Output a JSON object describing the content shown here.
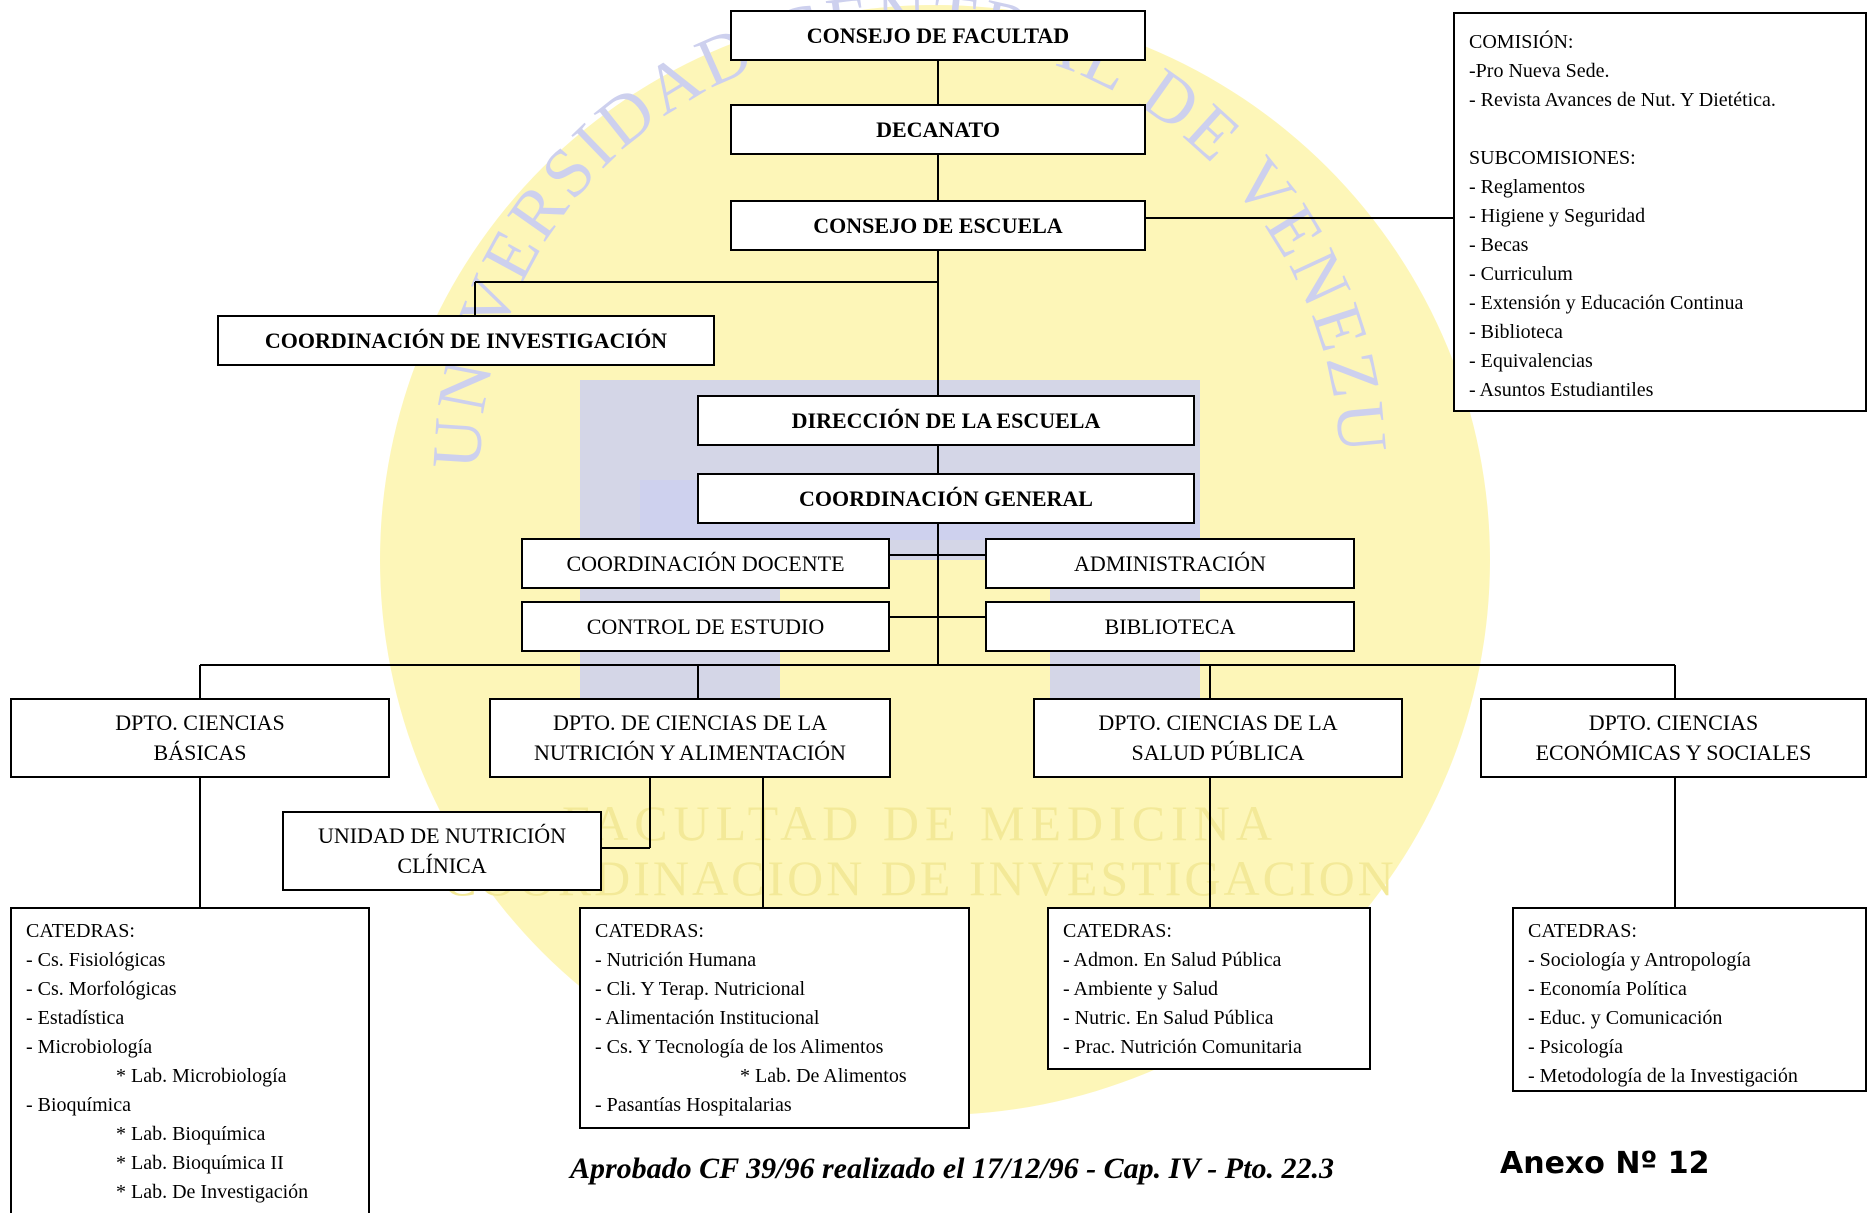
{
  "watermark": {
    "arc_text": "UNIVERSIDAD CENTRAL DE VENEZUELA",
    "line1": "FACULTAD DE MEDICINA",
    "line2": "COORDINACION DE INVESTIGACION",
    "circle_color": "#fdf6b8",
    "shape_color": "#cdd0ee"
  },
  "top": {
    "consejo_facultad": "CONSEJO DE FACULTAD",
    "decanato": "DECANATO",
    "consejo_escuela": "CONSEJO DE ESCUELA",
    "coord_investigacion": "COORDINACIÓN  DE  INVESTIGACIÓN",
    "direccion": "DIRECCIÓN  DE  LA  ESCUELA",
    "coord_general": "COORDINACIÓN  GENERAL",
    "coord_docente": "COORDINACIÓN DOCENTE",
    "administracion": "ADMINISTRACIÓN",
    "control_estudio": "CONTROL DE ESTUDIO",
    "biblioteca": "BIBLIOTECA"
  },
  "commission": {
    "title": "COMISIÓN:",
    "items": [
      "-Pro Nueva Sede.",
      "- Revista Avances de Nut. Y Dietética."
    ],
    "sub_title": "SUBCOMISIONES:",
    "sub_items": [
      "- Reglamentos",
      "- Higiene y Seguridad",
      "- Becas",
      "- Curriculum",
      "- Extensión y Educación Continua",
      "- Biblioteca",
      "- Equivalencias",
      "- Asuntos Estudiantiles"
    ]
  },
  "departments": [
    {
      "line1": "DPTO. CIENCIAS",
      "line2": "BÁSICAS"
    },
    {
      "line1": "DPTO. DE  CIENCIAS DE LA",
      "line2": "NUTRICIÓN Y ALIMENTACIÓN"
    },
    {
      "line1": "DPTO. CIENCIAS DE LA",
      "line2": "SALUD PÚBLICA"
    },
    {
      "line1": "DPTO. CIENCIAS",
      "line2": "ECONÓMICAS Y SOCIALES"
    }
  ],
  "unidad": {
    "line1": "UNIDAD DE NUTRICIÓN",
    "line2": "CLÍNICA"
  },
  "catedras": [
    {
      "title": "CATEDRAS:",
      "items": [
        {
          "text": "- Cs. Fisiológicas",
          "sub": false
        },
        {
          "text": "- Cs. Morfológicas",
          "sub": false
        },
        {
          "text": "- Estadística",
          "sub": false
        },
        {
          "text": "- Microbiología",
          "sub": false
        },
        {
          "text": "* Lab. Microbiología",
          "sub": true
        },
        {
          "text": "- Bioquímica",
          "sub": false
        },
        {
          "text": "* Lab. Bioquímica",
          "sub": true
        },
        {
          "text": "* Lab. Bioquímica II",
          "sub": true
        },
        {
          "text": "* Lab. De Investigación",
          "sub": true
        }
      ]
    },
    {
      "title": "CATEDRAS:",
      "items": [
        {
          "text": "- Nutrición Humana",
          "sub": false
        },
        {
          "text": "- Cli. Y Terap. Nutricional",
          "sub": false
        },
        {
          "text": "- Alimentación Institucional",
          "sub": false
        },
        {
          "text": "- Cs. Y Tecnología de los Alimentos",
          "sub": false
        },
        {
          "text": "* Lab. De Alimentos",
          "sub": true
        },
        {
          "text": "- Pasantías Hospitalarias",
          "sub": false
        }
      ]
    },
    {
      "title": "CATEDRAS:",
      "items": [
        {
          "text": "- Admon. En Salud Pública",
          "sub": false
        },
        {
          "text": "- Ambiente y Salud",
          "sub": false
        },
        {
          "text": "- Nutric. En Salud Pública",
          "sub": false
        },
        {
          "text": "- Prac. Nutrición Comunitaria",
          "sub": false
        }
      ]
    },
    {
      "title": "CATEDRAS:",
      "items": [
        {
          "text": "- Sociología y Antropología",
          "sub": false
        },
        {
          "text": "- Economía Política",
          "sub": false
        },
        {
          "text": "- Educ. y Comunicación",
          "sub": false
        },
        {
          "text": "- Psicología",
          "sub": false
        },
        {
          "text": "- Metodología de la Investigación",
          "sub": false
        }
      ]
    }
  ],
  "footer": {
    "approval": "Aprobado CF 39/96 realizado el 17/12/96 - Cap. IV  - Pto. 22.3",
    "annex": "Anexo Nº 12"
  }
}
